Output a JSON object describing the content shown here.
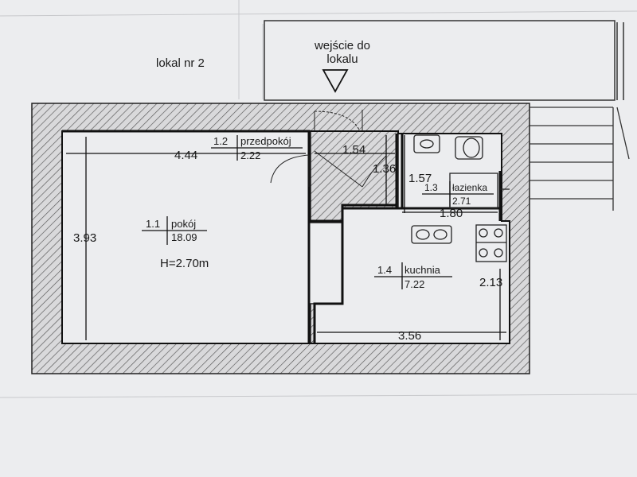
{
  "header": {
    "unit_label": "lokal nr 2",
    "entrance_label": [
      "wejście do",
      "lokalu"
    ]
  },
  "rooms": {
    "pokoj": {
      "number": "1.1",
      "name": "pokój",
      "area": "18.09",
      "height": "H=2.70m"
    },
    "przedpokoj": {
      "number": "1.2",
      "name": "przedpokój",
      "area": "2.22"
    },
    "lazienka": {
      "number": "1.3",
      "name": "łazienka",
      "area": "2.71"
    },
    "kuchnia": {
      "number": "1.4",
      "name": "kuchnia",
      "area": "7.22"
    }
  },
  "dimensions": {
    "pokoj_width": "4.44",
    "pokoj_height": "3.93",
    "hall_width": "1.54",
    "hall_height": "1.36",
    "bath_height": "1.57",
    "bath_width": "1.80",
    "kitchen_width": "3.56",
    "kitchen_height": "2.13"
  }
}
